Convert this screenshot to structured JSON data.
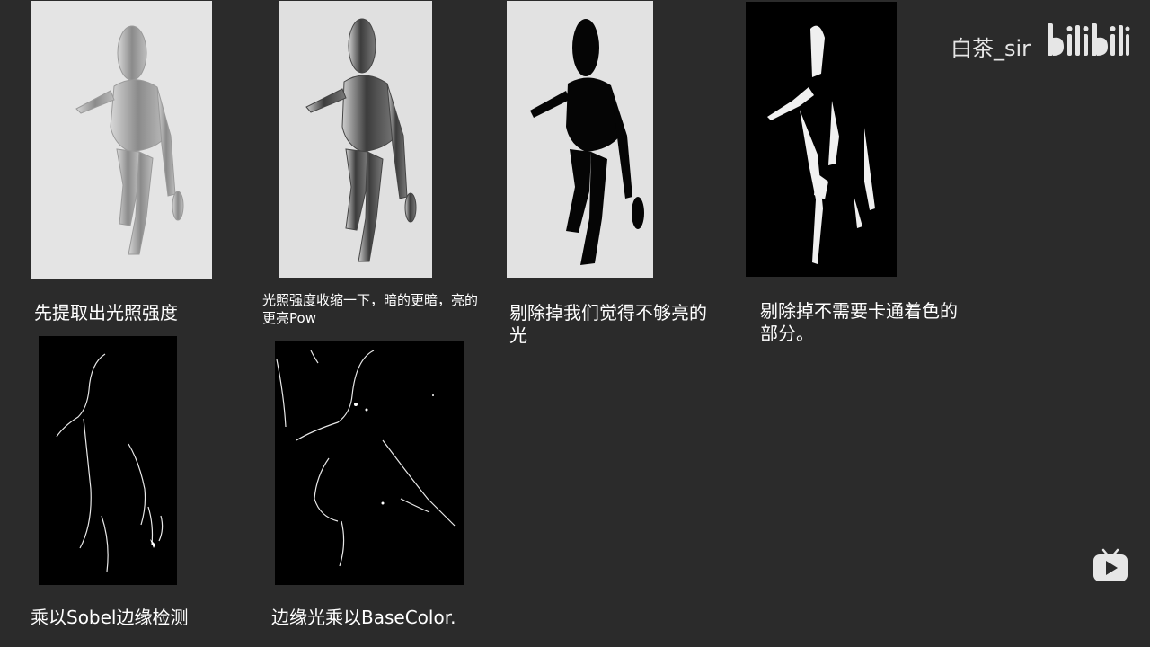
{
  "watermark": {
    "author": "白茶_sir",
    "brand_logo": "bilibili"
  },
  "panels": [
    {
      "id": "light-intensity",
      "caption": "先提取出光照强度",
      "style": "grey-render"
    },
    {
      "id": "light-pow",
      "caption": "光照强度收缩一下，暗的更暗，亮的更亮Pow",
      "style": "contrast-render"
    },
    {
      "id": "threshold-bright",
      "caption": "剔除掉我们觉得不够亮的光",
      "style": "black-on-white"
    },
    {
      "id": "mask-toon",
      "caption": "剔除掉不需要卡通着色的部分。",
      "style": "white-on-black"
    },
    {
      "id": "sobel-edge",
      "caption": "乘以Sobel边缘检测",
      "style": "edge-lines"
    },
    {
      "id": "edge-basecolor",
      "caption": "边缘光乘以BaseColor.",
      "style": "edge-lines-color"
    }
  ],
  "controls": {
    "play_icon": "tv-play-icon"
  },
  "colors": {
    "background": "#2b2b2b",
    "text": "#ffffff",
    "panel_light": "#e2e2e2",
    "panel_dark": "#000000"
  }
}
